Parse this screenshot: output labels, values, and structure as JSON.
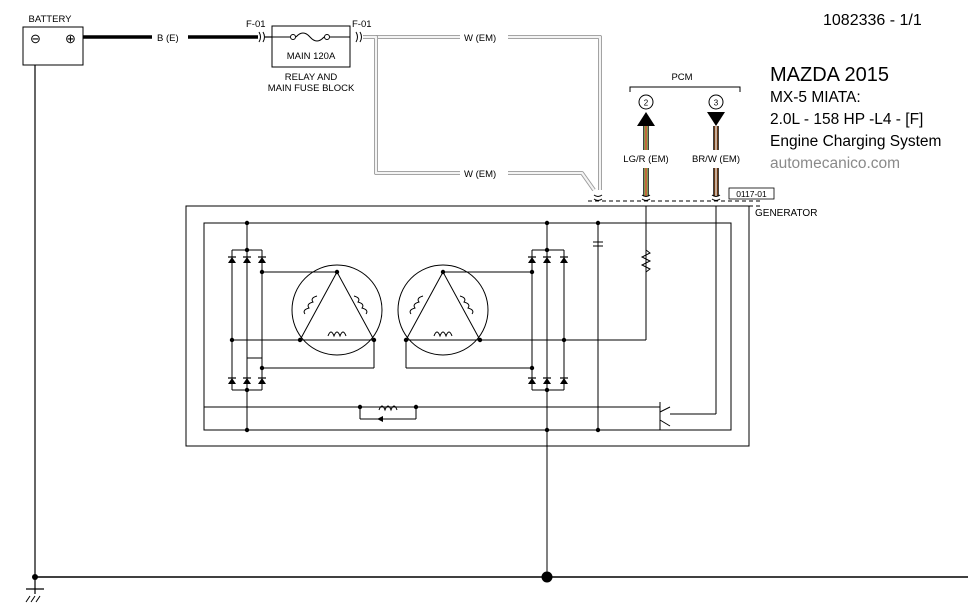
{
  "doc_id": "1082336 - 1/1",
  "title": {
    "make_year": "MAZDA 2015",
    "model": "MX-5 MIATA:",
    "engine": "2.0L - 158 HP  -L4 - [F]",
    "system": "Engine Charging System",
    "site": "automecanico.com"
  },
  "battery": {
    "label": "BATTERY",
    "neg": "⊖",
    "pos": "⊕"
  },
  "wires": {
    "battery_to_fuse": "B (E)",
    "fuse_out_top": "W (EM)",
    "fuse_out_bottom": "W (EM)",
    "pcm_pin2": "LG/R (EM)",
    "pcm_pin3": "BR/W (EM)"
  },
  "fuse_block": {
    "connector_in": "F-01",
    "connector_out": "F-01",
    "fuse": "MAIN 120A",
    "name_line1": "RELAY AND",
    "name_line2": "MAIN FUSE BLOCK"
  },
  "pcm": {
    "label": "PCM",
    "pin_a": "2",
    "pin_b": "3"
  },
  "generator": {
    "connector": "0117-01",
    "label": "GENERATOR"
  },
  "colors": {
    "wire_battery": "#000000",
    "wire_white": "#c8c8c8",
    "wire_lg": "#a8d26a",
    "wire_red": "#d42020",
    "wire_brown": "#8a4a1a",
    "wire_white_stripe": "#f0f0f0"
  }
}
